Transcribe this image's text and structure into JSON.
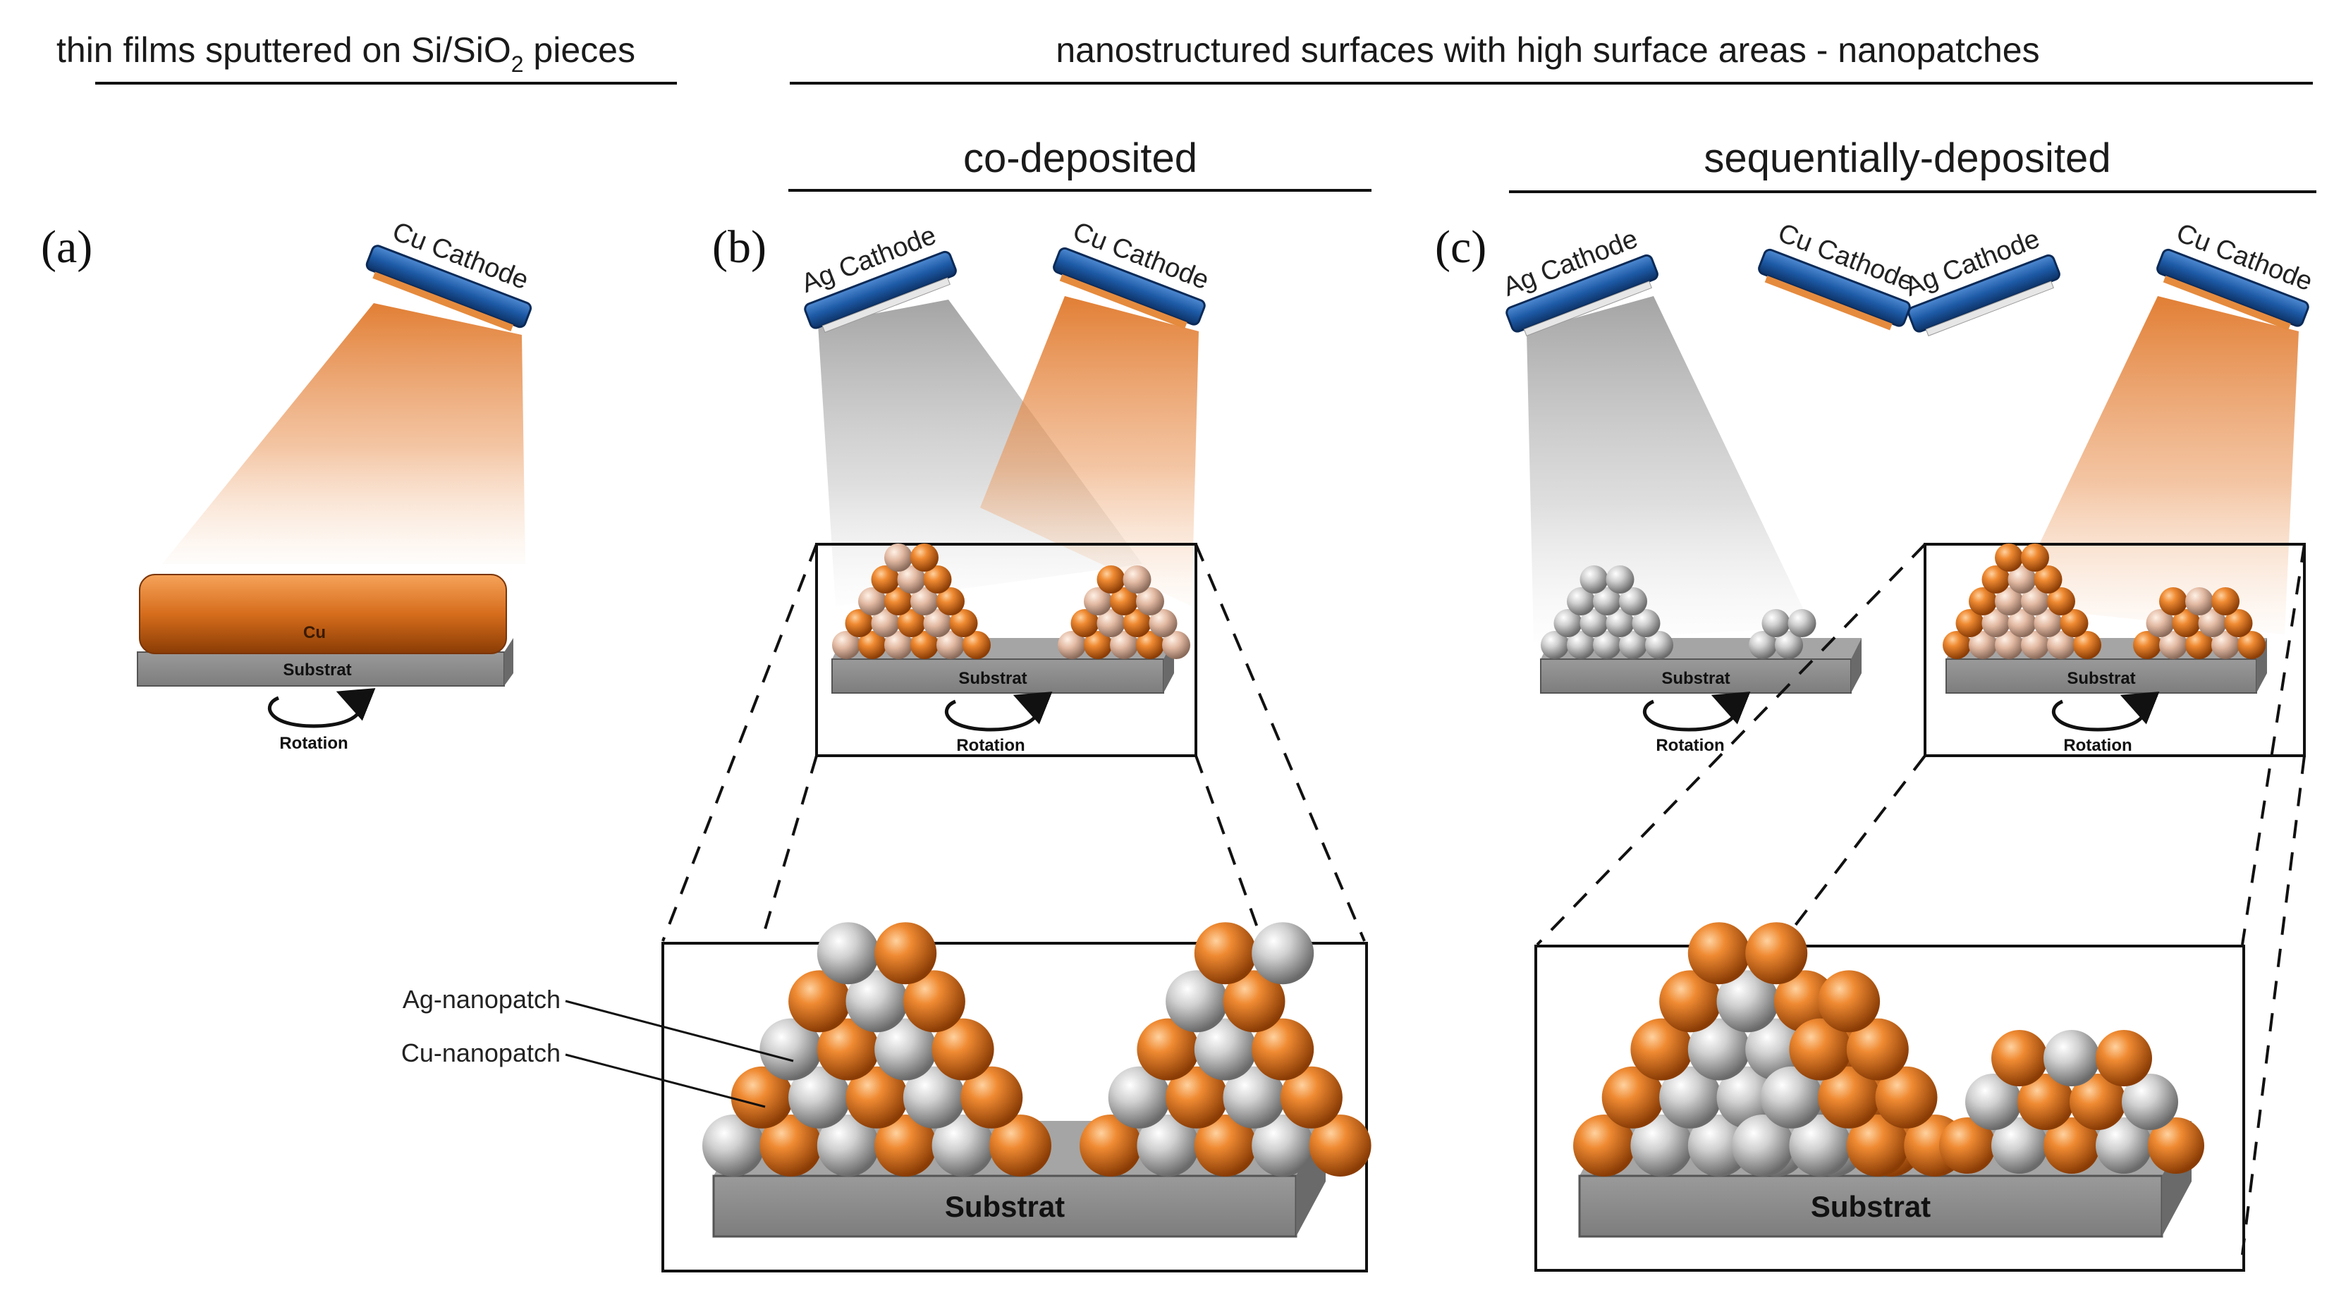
{
  "headers": {
    "thin_films": "thin films sputtered on Si/SiO",
    "thin_films_sub": "2",
    "thin_films_tail": " pieces",
    "nanostructured": "nanostructured surfaces with high surface areas - nanopatches",
    "co_deposited": "co-deposited",
    "sequential": "sequentially-deposited"
  },
  "panels": {
    "a": "(a)",
    "b": "(b)",
    "c": "(c)"
  },
  "cathodes": {
    "cu": "Cu Cathode",
    "ag": "Ag Cathode"
  },
  "labels": {
    "cu_film": "Cu",
    "substrat": "Substrat",
    "rotation": "Rotation",
    "ag_nanopatch": "Ag-nanopatch",
    "cu_nanopatch": "Cu-nanopatch"
  },
  "colors": {
    "copper": "#d8741f",
    "silver": "#c8c8c8",
    "cathode_blue": "#1d5aa6",
    "substrate_gray": "#8e8e8e"
  }
}
